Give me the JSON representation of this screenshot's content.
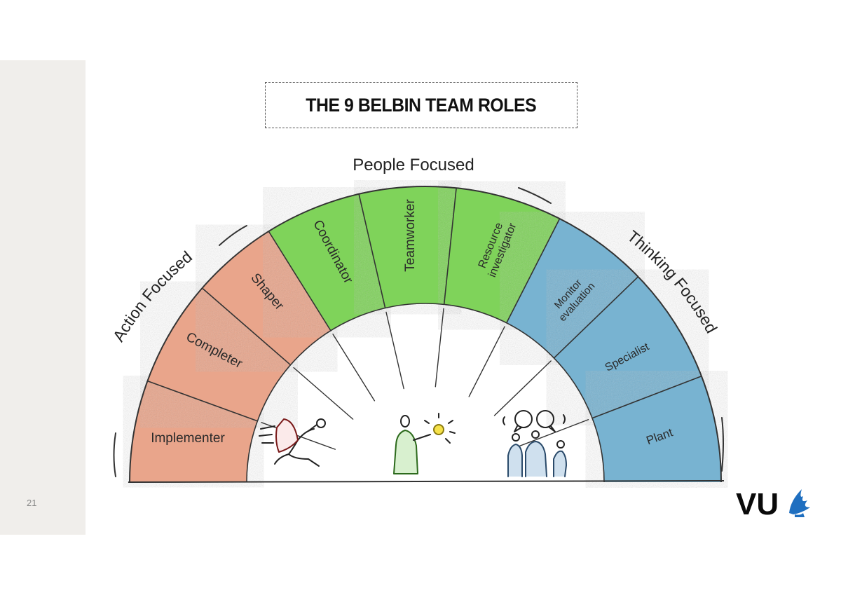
{
  "page_number": "21",
  "title": "THE 9 BELBIN TEAM ROLES",
  "groups": {
    "people": "People Focused",
    "action": "Action Focused",
    "thinking": "Thinking Focused"
  },
  "roles": {
    "implementer": "Implementer",
    "completer": "Completer",
    "shaper": "Shaper",
    "coordinator": "Coordinator",
    "teamworker": "Teamworker",
    "resource_investigator": [
      "Resource",
      "investigator"
    ],
    "monitor_evaluation": [
      "Monitor",
      "evaluation"
    ],
    "specialist": "Specialist",
    "plant": "Plant"
  },
  "logo": "VU",
  "colors": {
    "action": "#e9a58b",
    "people": "#7fd35a",
    "thinking": "#78b3d1"
  }
}
